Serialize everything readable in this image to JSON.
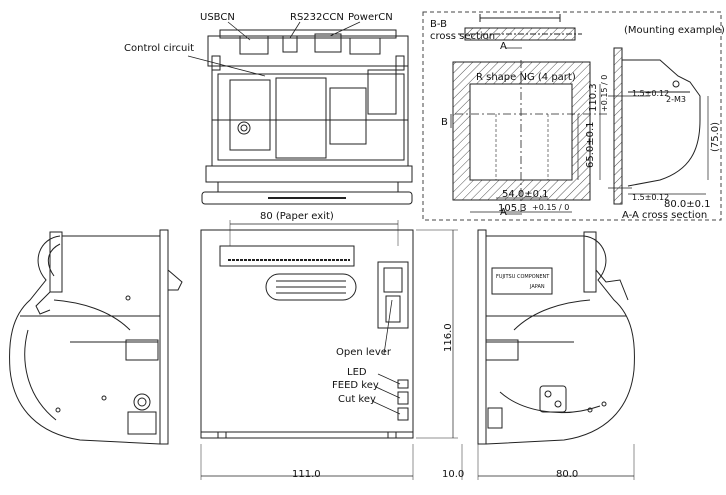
{
  "top_view": {
    "usb": "USBCN",
    "rs232": "RS232CCN",
    "power": "PowerCN",
    "control": "Control circuit"
  },
  "mounting": {
    "bb": "B-B",
    "cross": "cross section",
    "rshape": "R shape NG (4 part)",
    "title": "(Mounting example)",
    "a_letter": "A",
    "b_letter": "B",
    "dim_110": "110.3",
    "dim_110_tol": "+0.15 / 0",
    "dim_65": "65.0±0.1",
    "dim_54": "54.0±0.1",
    "dim_105": "105.3",
    "dim_105_tol": "+0.15 / 0",
    "dim_1_5_a": "1.5±0.12",
    "dim_1_5_b": "1.5±0.12",
    "m3": "2-M3",
    "dim_75": "(75.0)",
    "dim_80_1": "80.0±0.1",
    "aa": "A-A cross section"
  },
  "front": {
    "paper_exit": "80 (Paper exit)",
    "open_lever": "Open lever",
    "led": "LED",
    "feed": "FEED key",
    "cut": "Cut key",
    "dim_116": "116.0",
    "dim_111": "111.0",
    "dim_10": "10.0",
    "dim_80": "80.0"
  },
  "label_plate": {
    "line1": "FUJITSU COMPONENT",
    "line2": "JAPAN"
  }
}
